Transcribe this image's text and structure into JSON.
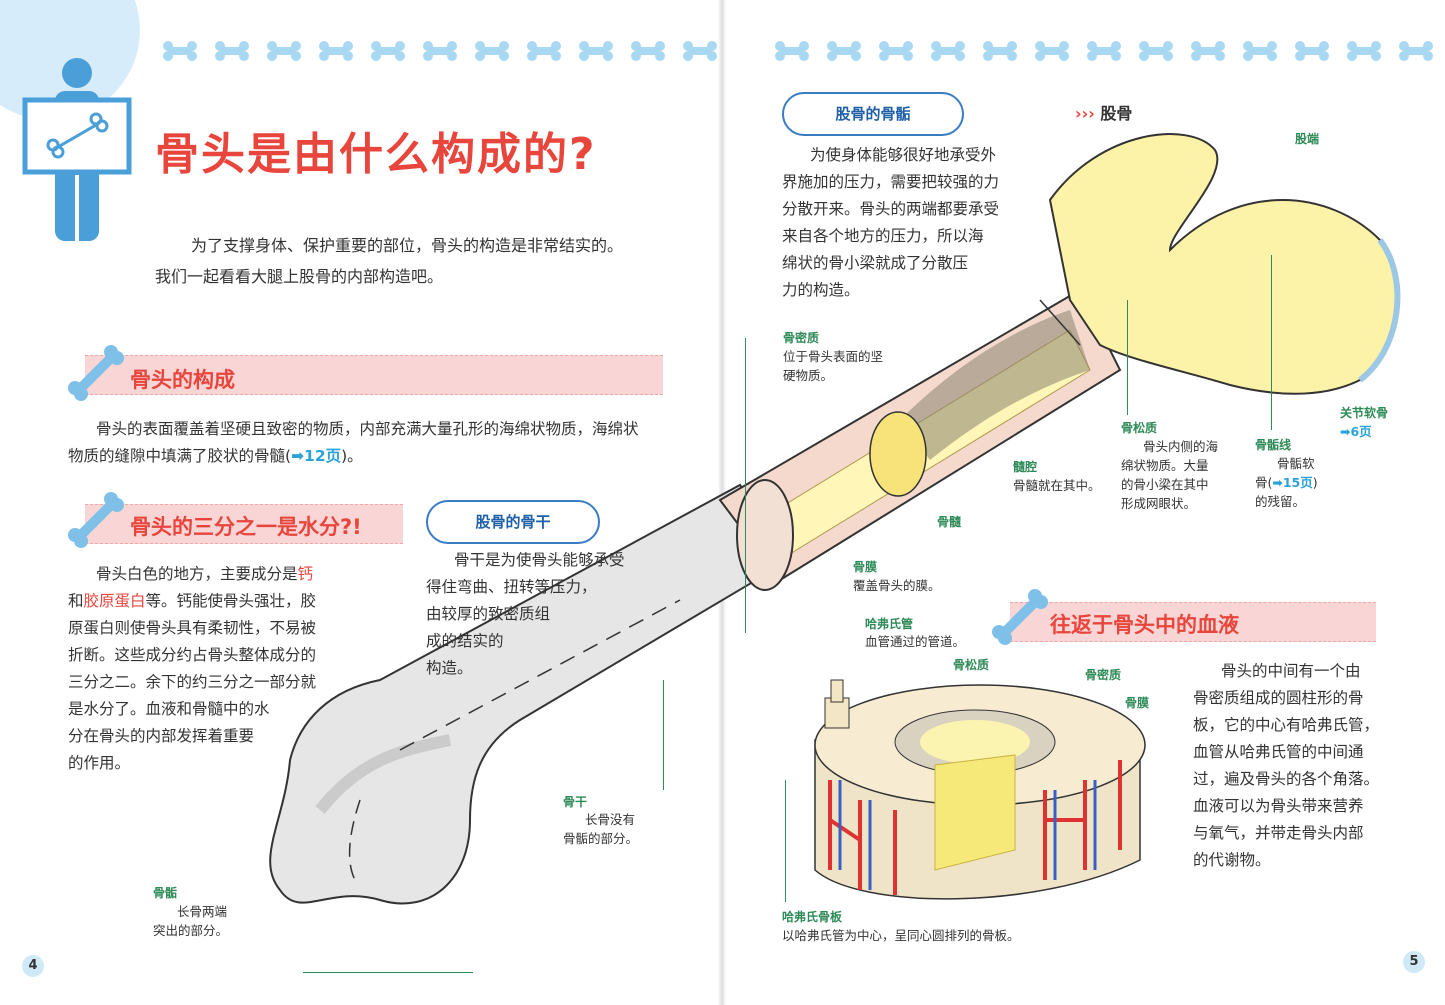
{
  "header": {
    "title": "骨头是由什么构成的?",
    "intro_line1": "为了支撑身体、保护重要的部位，骨头的构造是非常结实的。",
    "intro_line2": "我们一起看看大腿上股骨的内部构造吧。"
  },
  "sections": {
    "composition": {
      "heading": "骨头的构成",
      "text1": "骨头的表面覆盖着坚硬且致密的物质，内部充满大量孔形的海绵状物质，海绵状",
      "text2": "物质的缝隙中填满了胶状的骨髓(",
      "ref": "➡12页",
      "text2_end": ")。"
    },
    "water": {
      "heading": "骨头的三分之一是水分?!",
      "l1a": "骨头白色的地方，主要成分是",
      "l1b": "钙",
      "l2a": "和",
      "l2b": "胶原蛋白",
      "l2c": "等。钙能使骨头强壮，胶",
      "l3": "原蛋白则使骨头具有柔韧性，不易被",
      "l4": "折断。这些成分约占骨头整体成分的",
      "l5": "三分之二。余下的约三分之一部分就",
      "l6": "是水分了。血液和骨髓中的水",
      "l7": "分在骨头的内部发挥着重要",
      "l8": "的作用。"
    },
    "shaft": {
      "pill": "股骨的骨干",
      "l1": "骨干是为使骨头能够承受",
      "l2": "得住弯曲、扭转等压力，",
      "l3": "由较厚的致密质组",
      "l4": "成的结实的",
      "l5": "构造。"
    },
    "epiphysis_box": {
      "pill": "股骨的骨骺",
      "l1": "为使身体能够很好地承受外",
      "l2": "界施加的压力，需要把较强的力",
      "l3": "分散开来。骨头的两端都要承受",
      "l4": "来自各个地方的压力，所以海",
      "l5": "绵状的骨小梁就成了分散压",
      "l6": "力的构造。"
    },
    "blood": {
      "heading": "往返于骨头中的血液",
      "l1": "骨头的中间有一个由",
      "l2": "骨密质组成的圆柱形的骨",
      "l3": "板，它的中心有哈弗氏管，",
      "l4": "血管从哈弗氏管的中间通",
      "l5": "过，遍及骨头的各个角落。",
      "l6": "血液可以为骨头带来营养",
      "l7": "与氧气，并带走骨头内部",
      "l8": "的代谢物。"
    }
  },
  "labels": {
    "femur_tag": "股骨",
    "femur_tag_arrows": "›››",
    "femoral_end": "股端",
    "articular": "关节软骨",
    "articular_ref": "➡6页",
    "compact": "骨密质",
    "compact_desc1": "位于骨头表面的坚",
    "compact_desc2": "硬物质。",
    "spongy": "骨松质",
    "spongy_desc1": "骨头内侧的海",
    "spongy_desc2": "绵状物质。大量",
    "spongy_desc3": "的骨小梁在其中",
    "spongy_desc4": "形成网眼状。",
    "epiphyseal_line": "骨骺线",
    "epiphyseal_desc1": "骨骺软",
    "epiphyseal_desc2a": "骨(",
    "epiphyseal_desc2ref": "➡15页",
    "epiphyseal_desc2b": ")",
    "epiphyseal_desc3": "的残留。",
    "medullary": "髓腔",
    "medullary_desc": "骨髓就在其中。",
    "marrow": "骨髓",
    "periosteum": "骨膜",
    "periosteum_desc": "覆盖骨头的膜。",
    "diaphysis": "骨干",
    "diaphysis_desc1": "长骨没有",
    "diaphysis_desc2": "骨骺的部分。",
    "epiphysis": "骨骺",
    "epiphysis_desc1": "长骨两端",
    "epiphysis_desc2": "突出的部分。",
    "haversian_canal": "哈弗氏管",
    "haversian_canal_desc": "血管通过的管道。",
    "cs_spongy": "骨松质",
    "cs_compact": "骨密质",
    "cs_periosteum": "骨膜",
    "haversian_lamella": "哈弗氏骨板",
    "haversian_lamella_desc": "以哈弗氏管为中心，呈同心圆排列的骨板。"
  },
  "pages": {
    "left": "4",
    "right": "5"
  },
  "colors": {
    "title_red": "#e8453c",
    "label_green": "#2e8b57",
    "pill_blue": "#3a7cc4",
    "figure_blue": "#4a9fd8"
  }
}
